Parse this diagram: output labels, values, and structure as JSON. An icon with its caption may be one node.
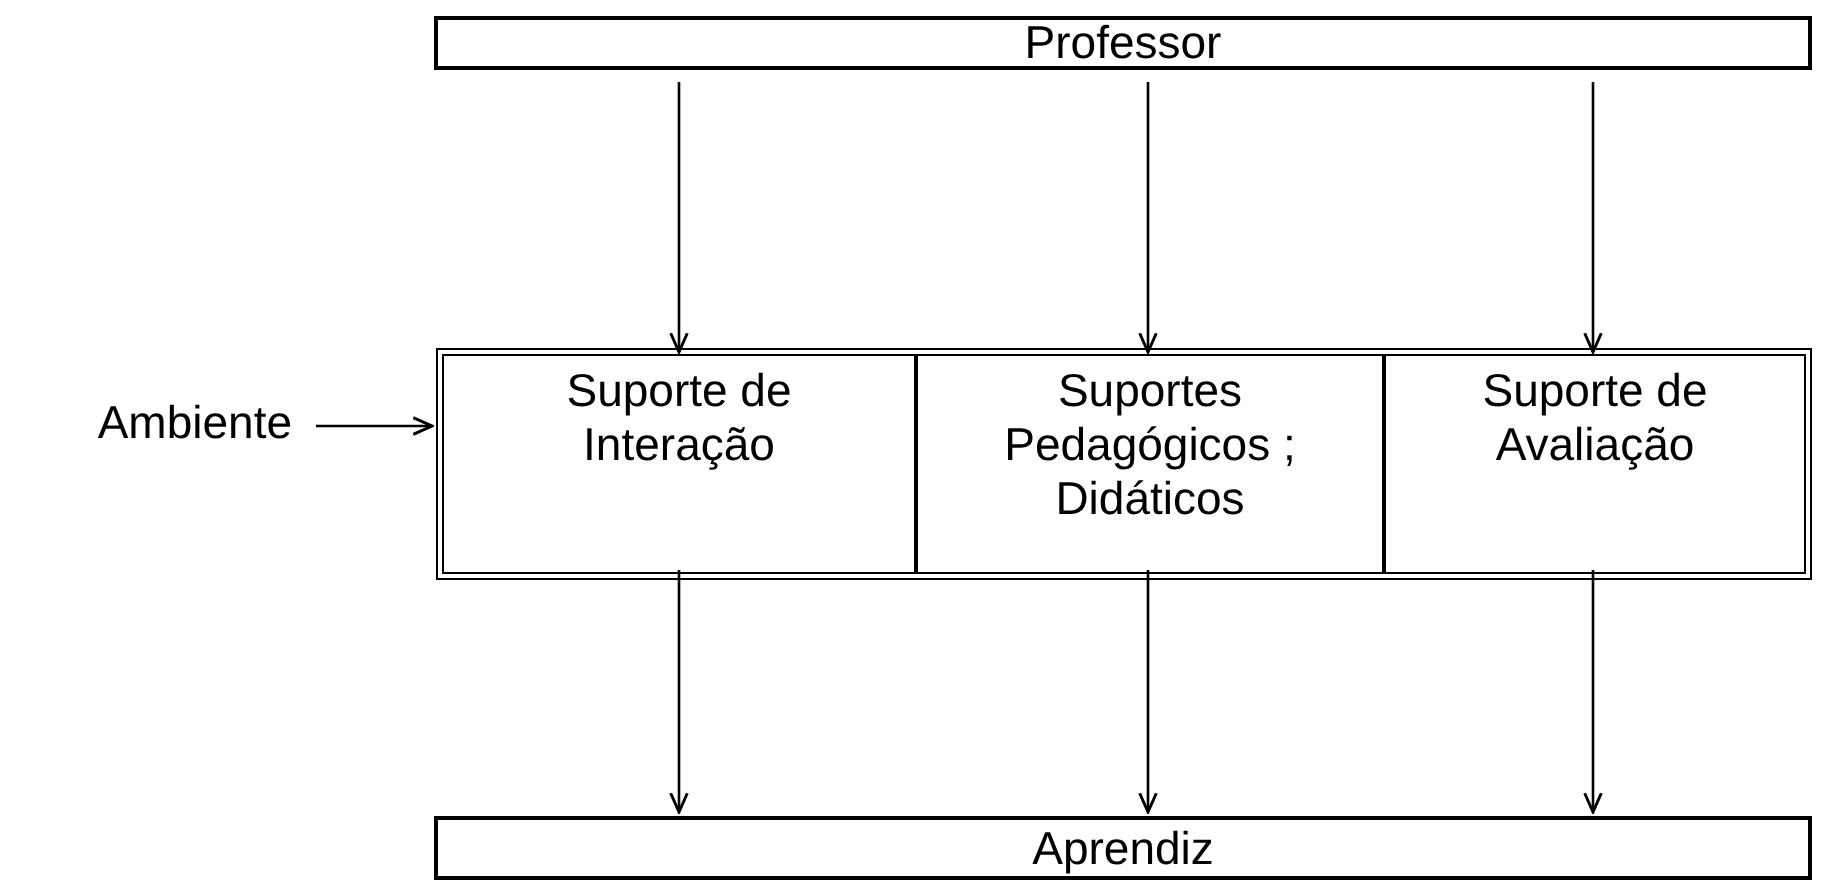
{
  "diagram": {
    "nodes": [
      {
        "text": [
          "Professor"
        ]
      },
      {
        "text": [
          "Ambiente"
        ]
      },
      {
        "text": [],
        "shape": "box"
      },
      {
        "text": [
          "Suporte de Interação"
        ],
        "in": 2
      },
      {
        "text": [
          "Suportes Pedagógicos ; Didáticos"
        ],
        "in": 2
      },
      {
        "text": [
          "Suporte de Avaliação"
        ],
        "in": 2
      },
      {
        "text": [
          "Aprendiz"
        ]
      }
    ],
    "edges": [
      {
        "from": 0,
        "to": 3,
        "arrow": "to"
      },
      {
        "from": 0,
        "to": 4,
        "arrow": "to"
      },
      {
        "from": 0,
        "to": 5,
        "arrow": "to"
      },
      {
        "from": 1,
        "to": 2,
        "arrow": "to"
      },
      {
        "from": 3,
        "to": 6,
        "arrow": "to"
      },
      {
        "from": 4,
        "to": 6,
        "arrow": "to"
      },
      {
        "from": 5,
        "to": 6,
        "arrow": "to"
      }
    ]
  }
}
